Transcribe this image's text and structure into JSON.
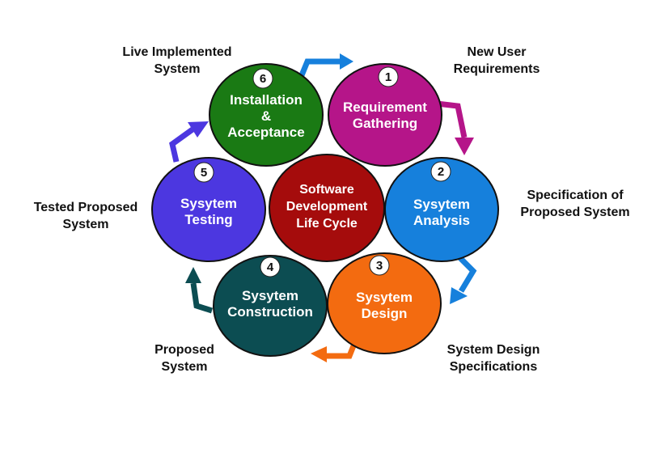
{
  "center": {
    "lines": [
      "Software",
      "Development",
      "Life Cycle"
    ],
    "color": "#a50c0c"
  },
  "stages": [
    {
      "number": "1",
      "lines": [
        "Requirement",
        "Gathering"
      ],
      "color": "#b51589",
      "output": [
        "New User",
        "Requirements"
      ]
    },
    {
      "number": "2",
      "lines": [
        "Sysytem",
        "Analysis"
      ],
      "color": "#1680dc",
      "output": [
        "Specification of",
        "Proposed System"
      ]
    },
    {
      "number": "3",
      "lines": [
        "Sysytem",
        "Design"
      ],
      "color": "#f36b10",
      "output": [
        "System Design",
        "Specifications"
      ]
    },
    {
      "number": "4",
      "lines": [
        "Sysytem",
        "Construction"
      ],
      "color": "#0c4d52",
      "output": [
        "Proposed",
        "System"
      ]
    },
    {
      "number": "5",
      "lines": [
        "Sysytem",
        "Testing"
      ],
      "color": "#4c37e0",
      "output": [
        "Tested Proposed",
        "System"
      ]
    },
    {
      "number": "6",
      "lines": [
        "Installation",
        "&",
        "Acceptance"
      ],
      "color": "#1a7a14",
      "output": [
        "Live Implemented",
        "System"
      ]
    }
  ]
}
